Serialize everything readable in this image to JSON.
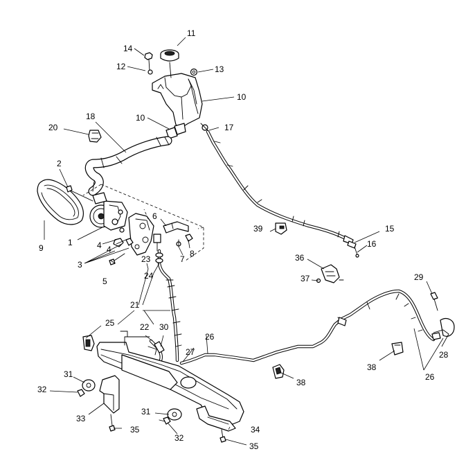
{
  "diagram": {
    "title": "Power steering pump, reservoir and hose assembly (exploded view)",
    "callouts": [
      "1",
      "2",
      "3",
      "4",
      "4",
      "5",
      "6",
      "7",
      "8",
      "9",
      "10",
      "10",
      "11",
      "12",
      "13",
      "14",
      "15",
      "16",
      "17",
      "18",
      "20",
      "21",
      "22",
      "23",
      "24",
      "25",
      "26",
      "26",
      "27",
      "28",
      "29",
      "30",
      "31",
      "31",
      "32",
      "32",
      "33",
      "34",
      "35",
      "35",
      "36",
      "37",
      "38",
      "38",
      "39"
    ]
  }
}
